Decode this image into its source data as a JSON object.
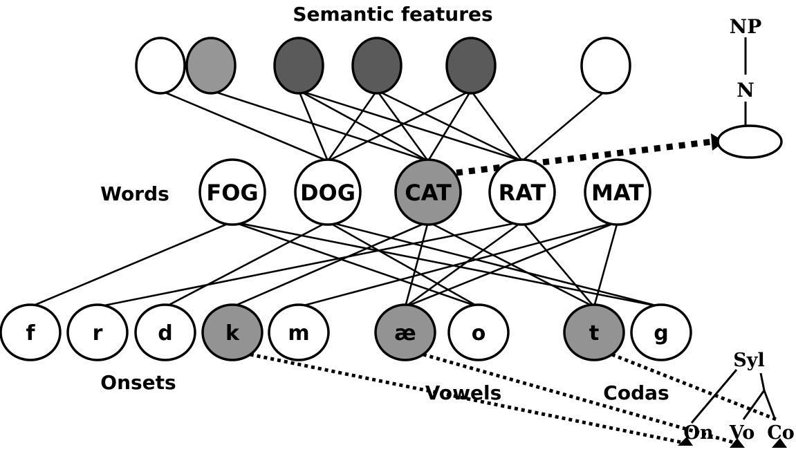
{
  "labels": {
    "semantic": "Semantic features",
    "words": "Words",
    "onsets": "Onsets",
    "vowels": "Vowels",
    "codas": "Codas"
  },
  "colors": {
    "white": "#ffffff",
    "light_gray": "#969696",
    "dark_gray": "#5a5a5a",
    "active_gray": "#939393"
  },
  "semantic_features": [
    {
      "id": "s1",
      "fill": "white"
    },
    {
      "id": "s2",
      "fill": "light_gray"
    },
    {
      "id": "s3",
      "fill": "dark_gray"
    },
    {
      "id": "s4",
      "fill": "dark_gray"
    },
    {
      "id": "s5",
      "fill": "dark_gray"
    },
    {
      "id": "s6",
      "fill": "white"
    }
  ],
  "words": [
    {
      "id": "FOG",
      "label": "FOG",
      "active": false
    },
    {
      "id": "DOG",
      "label": "DOG",
      "active": false
    },
    {
      "id": "CAT",
      "label": "CAT",
      "active": true
    },
    {
      "id": "RAT",
      "label": "RAT",
      "active": false
    },
    {
      "id": "MAT",
      "label": "MAT",
      "active": false
    }
  ],
  "phonemes": [
    {
      "id": "f",
      "label": "f",
      "group": "onset",
      "active": false
    },
    {
      "id": "r",
      "label": "r",
      "group": "onset",
      "active": false
    },
    {
      "id": "d",
      "label": "d",
      "group": "onset",
      "active": false
    },
    {
      "id": "k",
      "label": "k",
      "group": "onset",
      "active": true
    },
    {
      "id": "m",
      "label": "m",
      "group": "onset",
      "active": false
    },
    {
      "id": "ae",
      "label": "æ",
      "group": "vowel",
      "active": true
    },
    {
      "id": "o",
      "label": "o",
      "group": "vowel",
      "active": false
    },
    {
      "id": "t",
      "label": "t",
      "group": "coda",
      "active": true
    },
    {
      "id": "g",
      "label": "g",
      "group": "coda",
      "active": false
    }
  ],
  "semantic_links": [
    [
      "s1",
      "DOG"
    ],
    [
      "s2",
      "CAT"
    ],
    [
      "s3",
      "DOG"
    ],
    [
      "s3",
      "CAT"
    ],
    [
      "s3",
      "RAT"
    ],
    [
      "s4",
      "DOG"
    ],
    [
      "s4",
      "CAT"
    ],
    [
      "s4",
      "RAT"
    ],
    [
      "s5",
      "DOG"
    ],
    [
      "s5",
      "CAT"
    ],
    [
      "s5",
      "RAT"
    ],
    [
      "s6",
      "RAT"
    ]
  ],
  "phonological_links": [
    [
      "FOG",
      "f"
    ],
    [
      "FOG",
      "o"
    ],
    [
      "FOG",
      "g"
    ],
    [
      "DOG",
      "d"
    ],
    [
      "DOG",
      "o"
    ],
    [
      "DOG",
      "g"
    ],
    [
      "CAT",
      "k"
    ],
    [
      "CAT",
      "ae"
    ],
    [
      "CAT",
      "t"
    ],
    [
      "RAT",
      "r"
    ],
    [
      "RAT",
      "ae"
    ],
    [
      "RAT",
      "t"
    ],
    [
      "MAT",
      "m"
    ],
    [
      "MAT",
      "ae"
    ],
    [
      "MAT",
      "t"
    ]
  ],
  "syntax_tree": {
    "np": "NP",
    "n": "N"
  },
  "syllable_tree": {
    "root": "Syl",
    "onset": "On",
    "vowel": "Vo",
    "coda": "Co"
  },
  "binding_arrows": [
    {
      "from": "CAT",
      "to": "n-slot"
    },
    {
      "from": "k",
      "to": "On"
    },
    {
      "from": "ae",
      "to": "Vo"
    },
    {
      "from": "t",
      "to": "Co"
    }
  ]
}
